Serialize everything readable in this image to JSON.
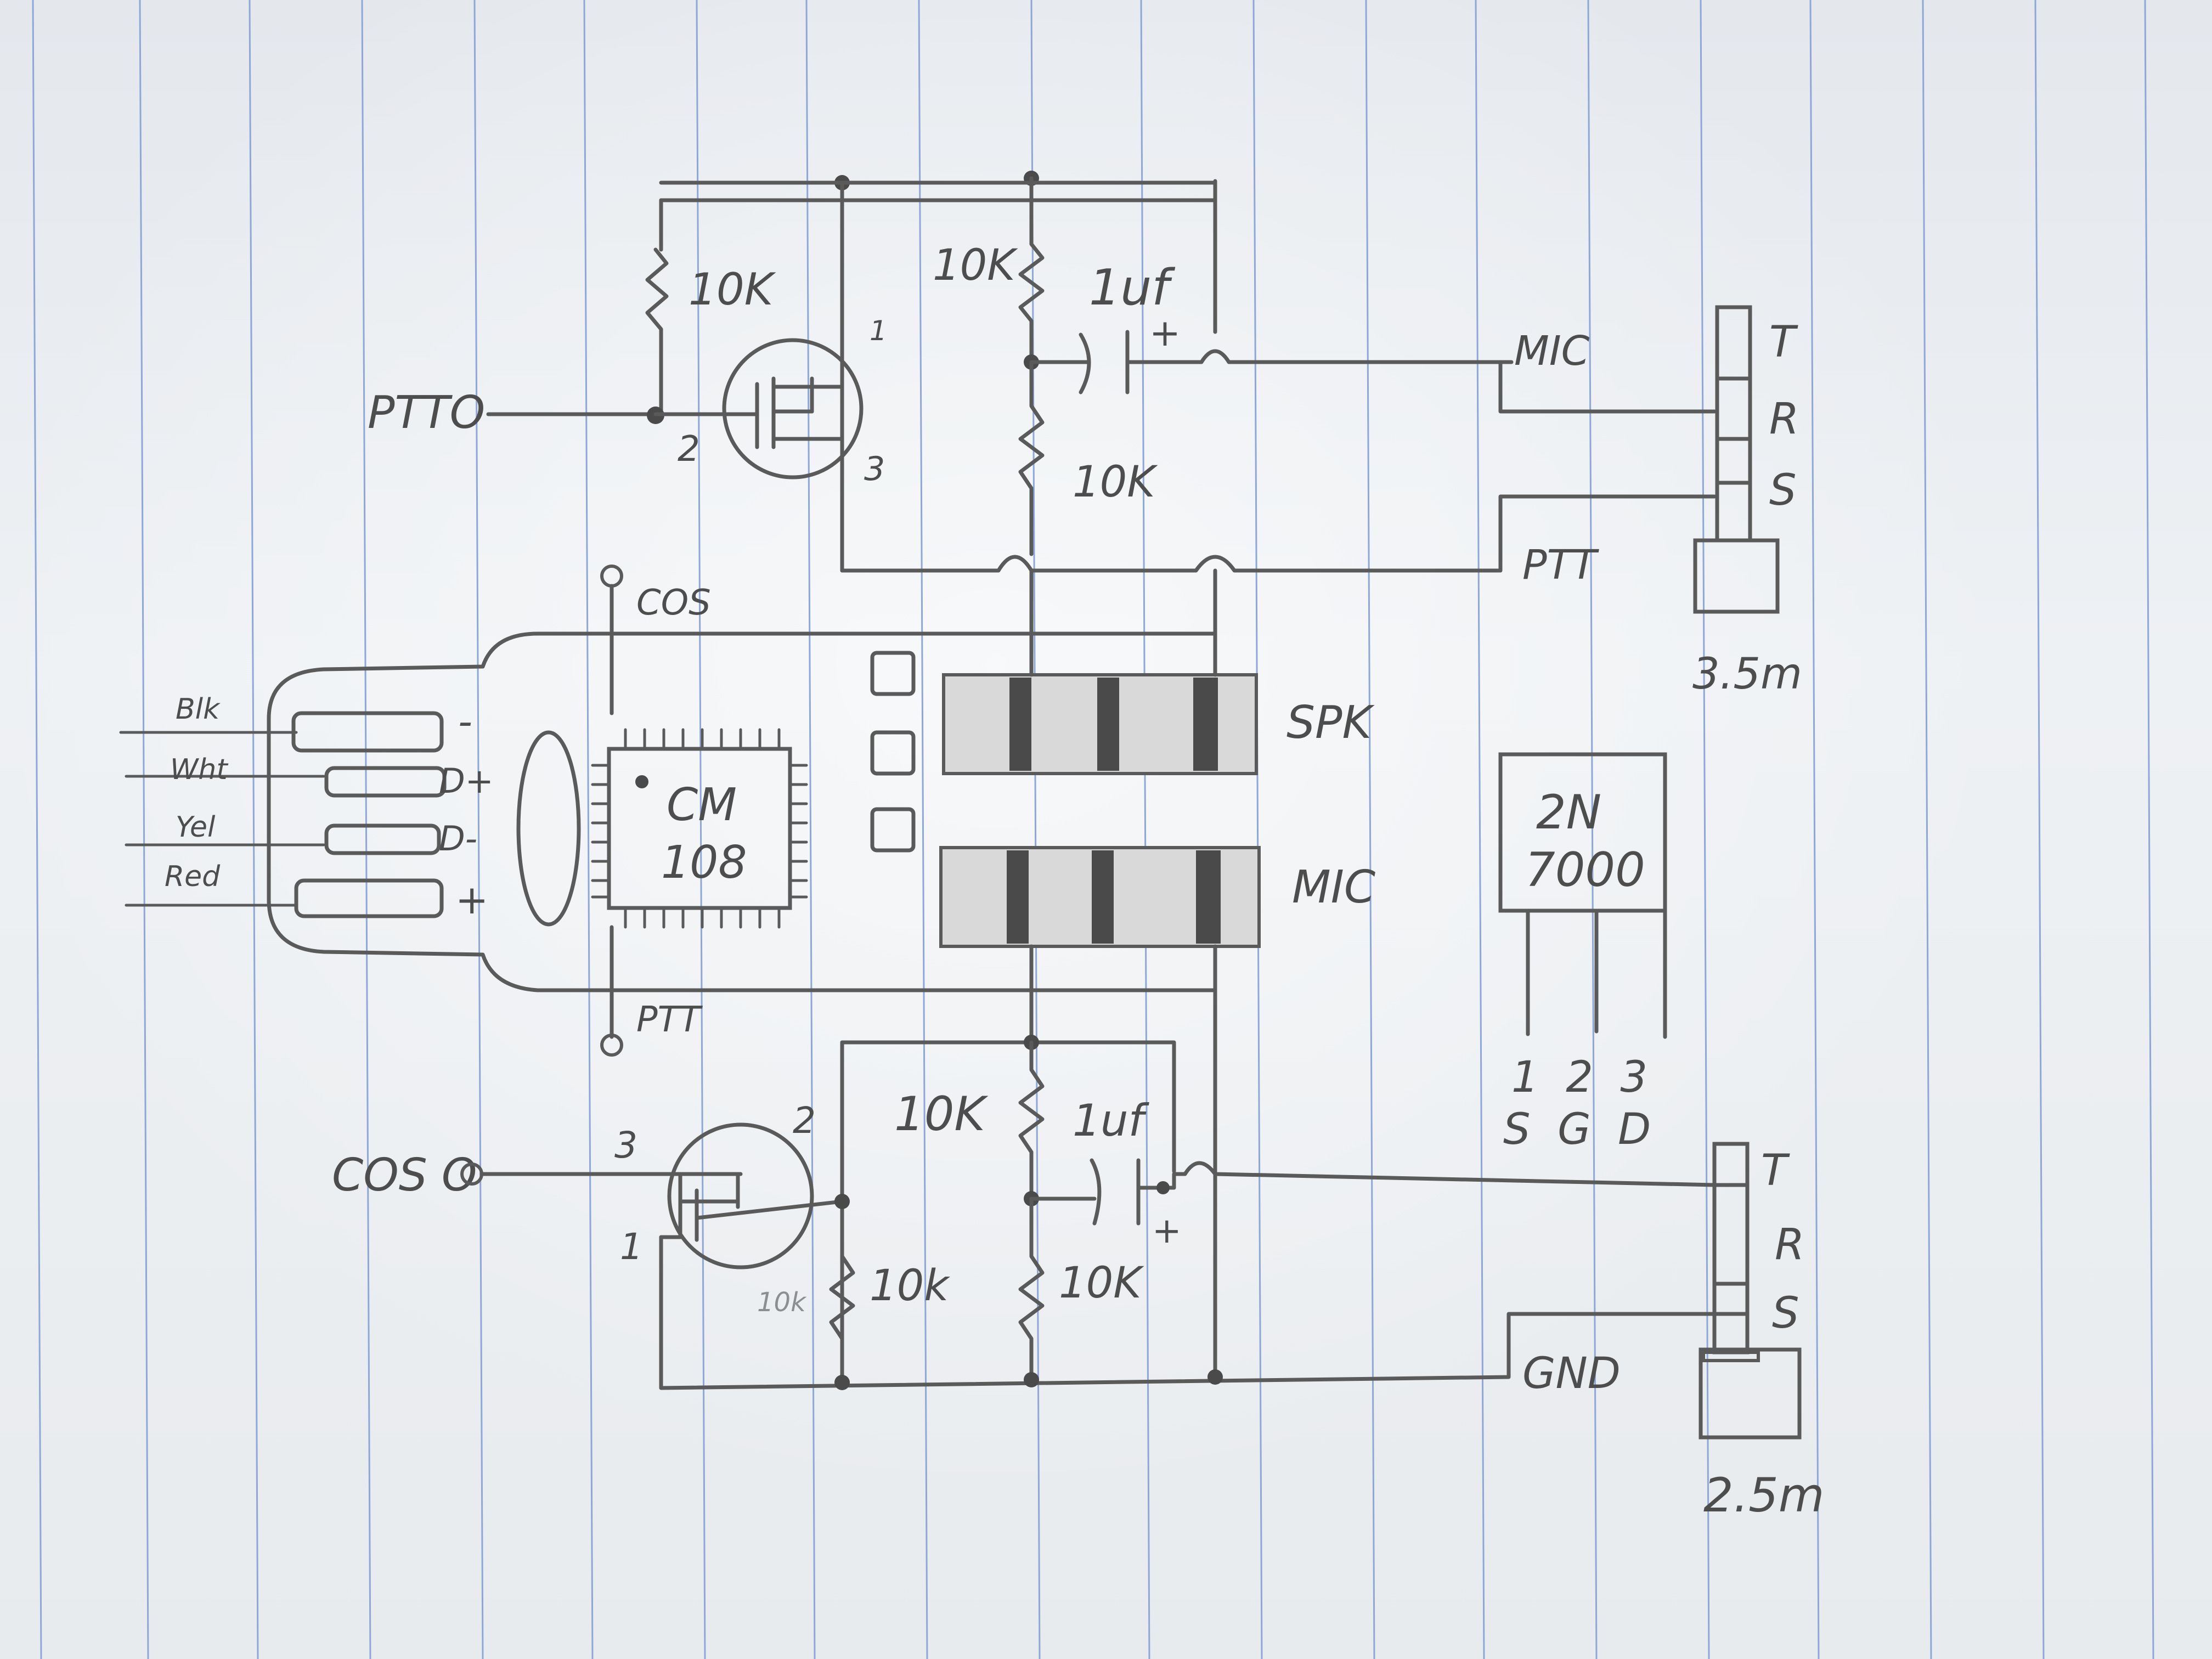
{
  "labels": {
    "ptt_in": "PTTO",
    "cos_in": "COS O",
    "cos_top": "COS",
    "ptt_bottom": "PTT",
    "r1_top": "10K",
    "r2_top": "10K",
    "r3_top": "10K",
    "c1_top": "1uf",
    "mic_jack_label": "MIC",
    "ptt_jack_label": "PTT",
    "spk": "SPK",
    "mic": "MIC",
    "r1_bot": "10K",
    "r2_bot": "10k",
    "r3_bot": "10k",
    "r4_bot": "10K",
    "c1_bot": "1uf",
    "gnd": "GND",
    "pin1_top": "1",
    "pin2_top": "2",
    "pin3_top": "3",
    "pin1_bot": "1",
    "pin2_bot": "2",
    "pin3_bot": "3",
    "chip_line1": "CM",
    "chip_line2": "108",
    "wire_blk": "Blk",
    "wire_wht": "Wht",
    "wire_yel": "Yel",
    "wire_red": "Red",
    "usb_minus": "-",
    "usb_dplus": "D+",
    "usb_dminus": "D-",
    "usb_plus": "+",
    "cap_plus_top": "+",
    "cap_plus_bot": "+",
    "jack1_t": "T",
    "jack1_r": "R",
    "jack1_s": "S",
    "jack1_size": "3.5m",
    "jack2_t": "T",
    "jack2_r": "R",
    "jack2_s": "S",
    "jack2_size": "2.5m",
    "fet_line1": "2N",
    "fet_line2": "7000",
    "fet_pin_nums": "1  2  3",
    "fet_pin_names": "S  G  D"
  },
  "colors": {
    "pencil": "#5a5a5a",
    "paper": "#e9ecef",
    "rule_lines": "#8ea7d6"
  }
}
